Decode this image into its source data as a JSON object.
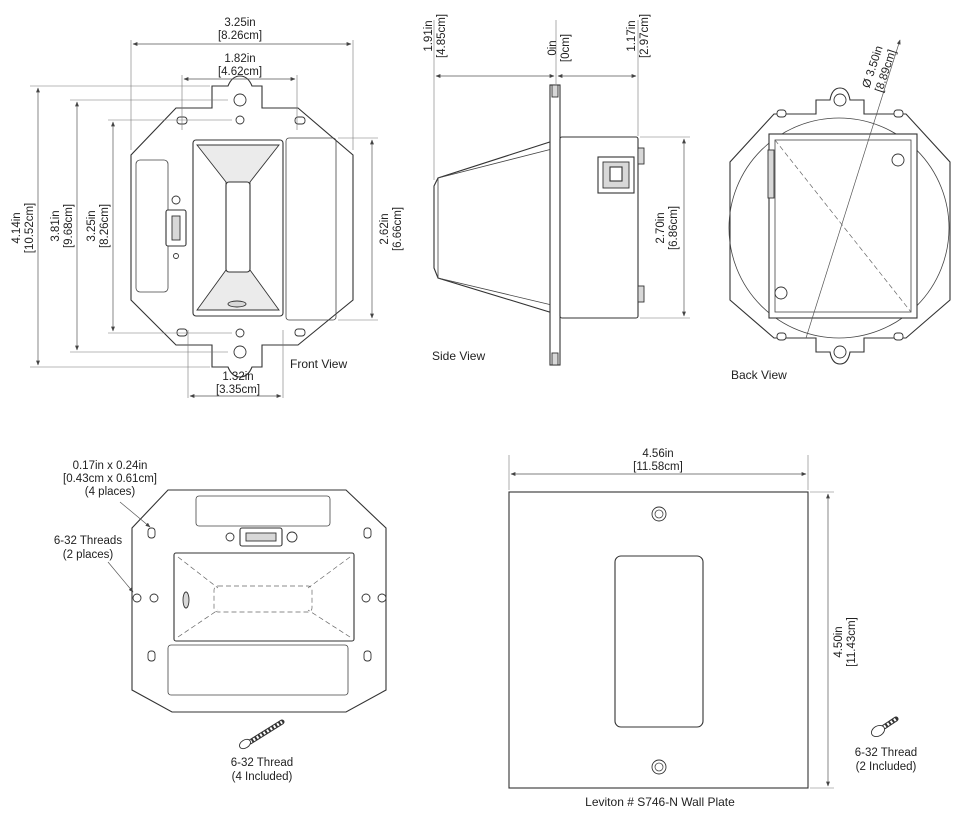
{
  "views": {
    "front": {
      "title": "Front View",
      "dims": {
        "overall_width": [
          "3.25in",
          "[8.26cm]"
        ],
        "inner_width": [
          "1.82in",
          "[4.62cm]"
        ],
        "bottom_width": [
          "1.32in",
          "[3.35cm]"
        ],
        "overall_height": [
          "4.14in",
          "[10.52cm]"
        ],
        "mount_height": [
          "3.81in",
          "[9.68cm]"
        ],
        "inner_height": [
          "3.25in",
          "[8.26cm]"
        ],
        "right_height": [
          "2.62in",
          "[6.66cm]"
        ]
      }
    },
    "side": {
      "title": "Side View",
      "dims": {
        "depth_front": [
          "1.91in",
          "[4.85cm]"
        ],
        "zero": [
          "0in",
          "[0cm]"
        ],
        "depth_back": [
          "1.17in",
          "[2.97cm]"
        ],
        "box_height": [
          "2.70in",
          "[6.86cm]"
        ]
      }
    },
    "back": {
      "title": "Back View",
      "dims": {
        "diameter": [
          "Ø 3.50in",
          "[8.89cm]"
        ]
      }
    },
    "bottom_left": {
      "slot_note": [
        "0.17in x 0.24in",
        "[0.43cm x 0.61cm]",
        "(4 places)"
      ],
      "thread_note": [
        "6-32 Threads",
        "(2 places)"
      ],
      "screw_note": [
        "6-32 Thread",
        "(4 Included)"
      ]
    },
    "wall_plate": {
      "title": "Leviton # S746-N Wall Plate",
      "dims": {
        "width": [
          "4.56in",
          "[11.58cm]"
        ],
        "height": [
          "4.50in",
          "[11.43cm]"
        ]
      },
      "screw_note": [
        "6-32 Thread",
        "(2 Included)"
      ]
    }
  }
}
